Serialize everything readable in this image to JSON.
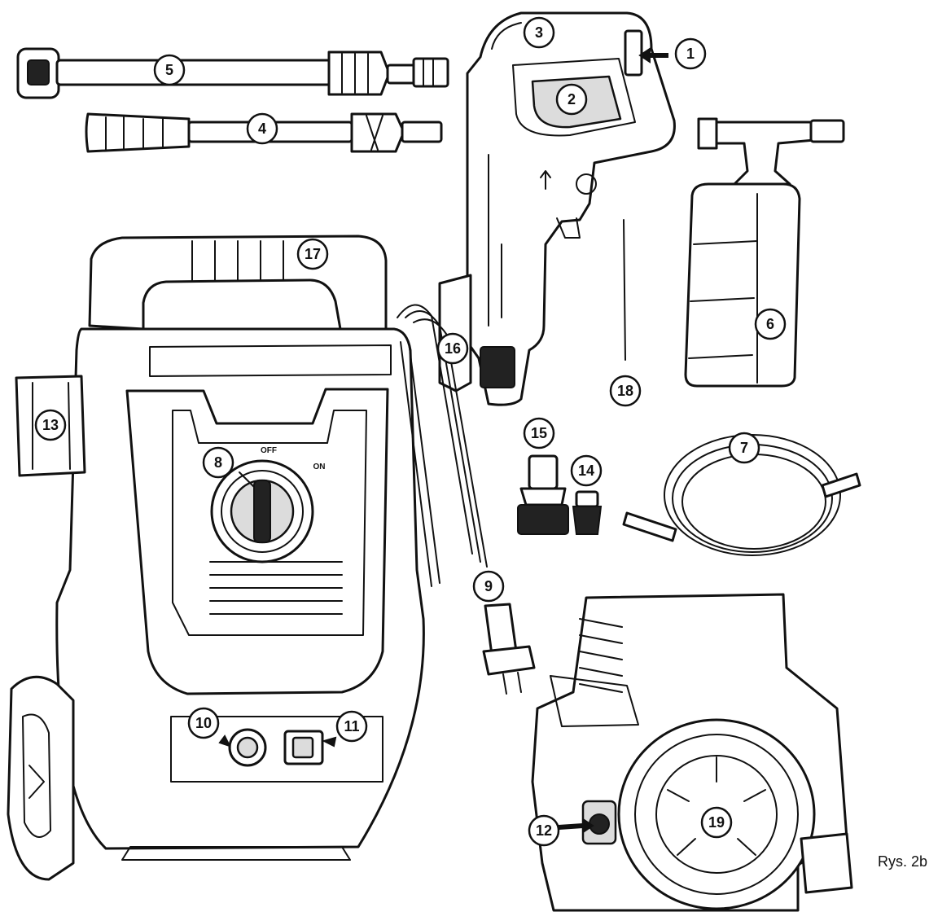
{
  "figure": {
    "caption": "Rys. 2b"
  },
  "callouts": [
    "1",
    "2",
    "3",
    "4",
    "5",
    "6",
    "7",
    "8",
    "9",
    "10",
    "11",
    "12",
    "13",
    "14",
    "15",
    "16",
    "17",
    "18",
    "19"
  ],
  "dial": {
    "label_off": "OFF",
    "label_on": "ON"
  }
}
